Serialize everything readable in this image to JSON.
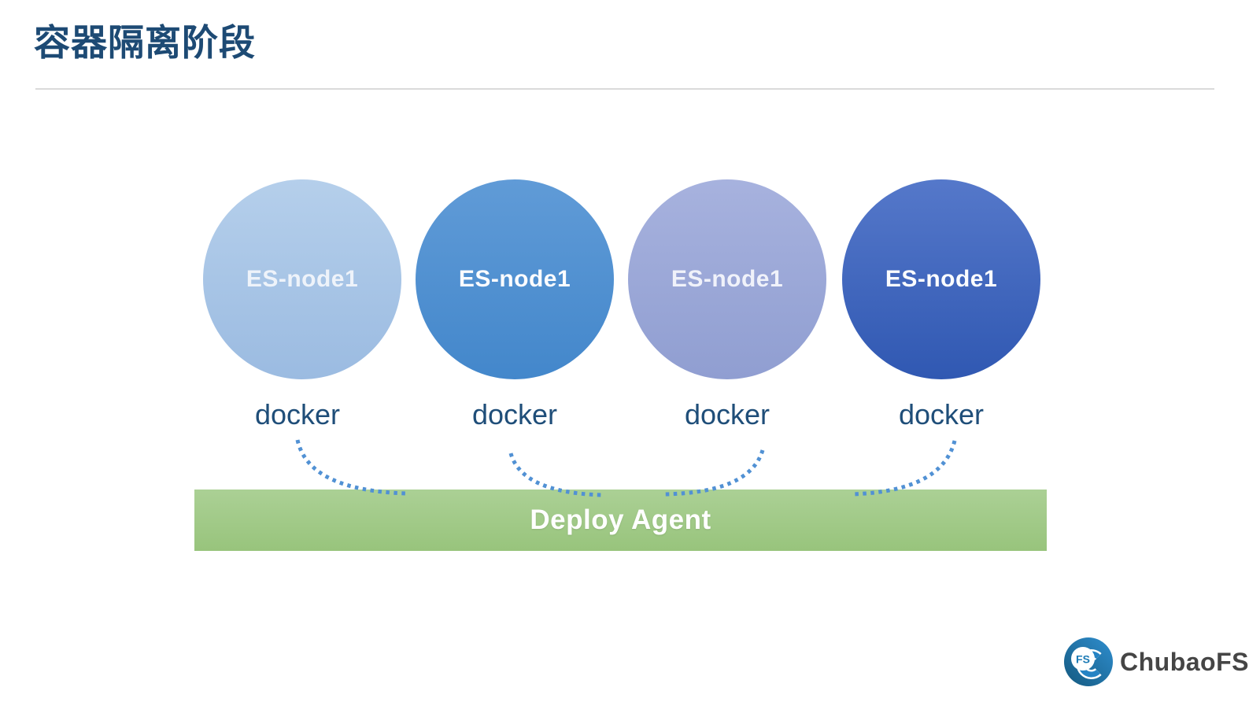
{
  "title": {
    "text": "容器隔离阶段"
  },
  "nodes": [
    {
      "label": "ES-node1",
      "runtime": "docker",
      "fill_top": "#b5cfeb",
      "fill_bottom": "#9bbbe1"
    },
    {
      "label": "ES-node1",
      "runtime": "docker",
      "fill_top": "#609bd7",
      "fill_bottom": "#4387cb"
    },
    {
      "label": "ES-node1",
      "runtime": "docker",
      "fill_top": "#a7b2de",
      "fill_bottom": "#909ed1"
    },
    {
      "label": "ES-node1",
      "runtime": "docker",
      "fill_top": "#5578ca",
      "fill_bottom": "#3058b2"
    }
  ],
  "agent": {
    "label": "Deploy Agent",
    "fill_top": "#abd095",
    "fill_bottom": "#98c47c"
  },
  "connectors": {
    "style": "dotted-curve",
    "color": "#5191d4",
    "count": 4
  },
  "footer": {
    "brand": "ChubaoFS",
    "logo_monogram": "FS",
    "logo_color": "#2583c4",
    "text_color": "#454545"
  },
  "colors": {
    "title": "#1d4a74",
    "docker_label": "#1f4e79",
    "divider": "#dadada",
    "node_text": "#ffffff",
    "agent_text": "#ffffff",
    "background": "#ffffff"
  }
}
